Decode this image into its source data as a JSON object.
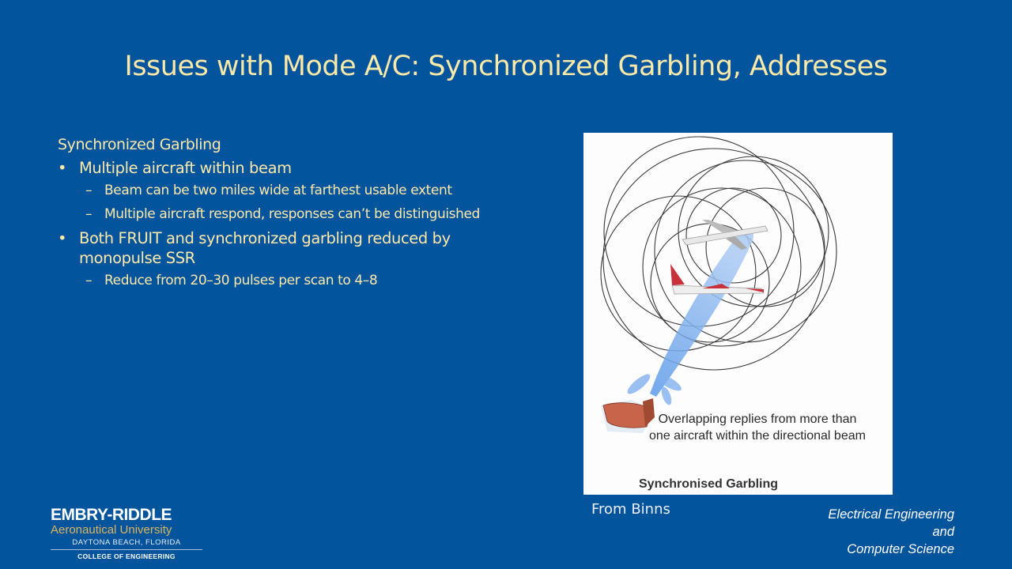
{
  "slide": {
    "title": "Issues with Mode A/C: Synchronized Garbling, Addresses",
    "background_color": "#02549c",
    "text_color": "#fbe9a9"
  },
  "content": {
    "heading": "Synchronized Garbling",
    "bullets": [
      {
        "text": "Multiple aircraft within beam",
        "sub": [
          "Beam can be two miles wide at farthest usable extent",
          "Multiple aircraft respond, responses can’t be distinguished"
        ]
      },
      {
        "text": "Both FRUIT and synchronized garbling reduced by monopulse SSR",
        "sub": [
          "Reduce from 20–30 pulses per scan to 4–8"
        ]
      }
    ],
    "bullet_glyph": "•",
    "dash_glyph": "–"
  },
  "figure": {
    "caption": "Overlapping replies from more than one aircraft within the directional beam",
    "title": "Synchronised Garbling",
    "source": "From Binns"
  },
  "footer": {
    "logo": {
      "name": "EMBRY-RIDDLE",
      "subtitle": "Aeronautical University",
      "location": "DAYTONA BEACH, FLORIDA",
      "college": "COLLEGE OF ENGINEERING"
    },
    "department_line1": "Electrical Engineering",
    "department_line2": "and",
    "department_line3": "Computer Science"
  }
}
